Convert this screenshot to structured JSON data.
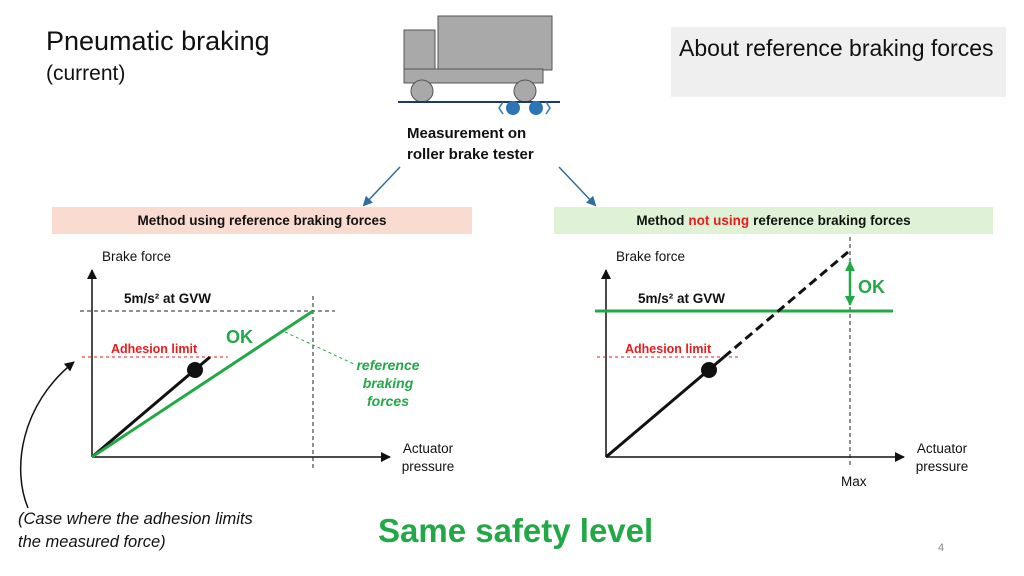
{
  "title": "Pneumatic braking",
  "subtitle": "(current)",
  "about": "About reference braking forces",
  "measurement": [
    "Measurement on",
    "roller brake tester"
  ],
  "bands": {
    "left": "Method using reference braking forces",
    "right_pre": "Method",
    "right_highlight": "not using",
    "right_post": "reference braking forces"
  },
  "left_chart": {
    "y_label": "Brake force",
    "gvw_label": "5m/s² at GVW",
    "adhesion_label": "Adhesion limit",
    "ok_label": "OK",
    "ref_label": [
      "reference",
      "braking",
      "forces"
    ],
    "x_label": [
      "Actuator",
      "pressure"
    ]
  },
  "right_chart": {
    "y_label": "Brake force",
    "gvw_label": "5m/s² at GVW",
    "adhesion_label": "Adhesion limit",
    "ok_label": "OK",
    "x_label": [
      "Actuator",
      "pressure"
    ],
    "max_label": "Max"
  },
  "case_note": "(Case where the adhesion limits the measured force)",
  "conclusion": "Same safety level",
  "page_number": "4",
  "colors": {
    "green": "#23a847",
    "red": "#e81c1c",
    "truck_gray": "#a9a9a9",
    "roller_blue": "#2e75b6",
    "arrow_blue": "#2e6f9e"
  }
}
